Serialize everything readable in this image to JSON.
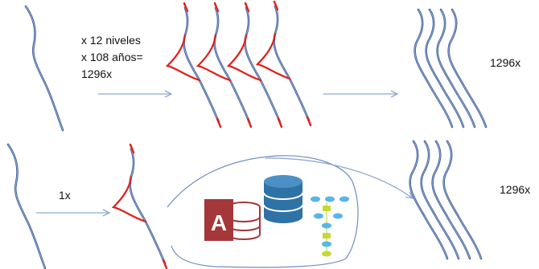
{
  "labels": {
    "multiplier_line1": "x 12 niveles",
    "multiplier_line2": "x 108 años=",
    "multiplier_total": "1296x",
    "top_right_count": "1296x",
    "bottom_left_count": "1x",
    "bottom_right_count": "1296x"
  },
  "database_icons": [
    "access-database-icon",
    "database-cylinder-icon",
    "flowchart-icon"
  ],
  "colors": {
    "stream": "#3f5f98",
    "stream_core": "#9bb2d8",
    "profile": "#e0201b",
    "arrow": "#8eaad2",
    "outline": "#6f8fbe",
    "access": "#a4373a",
    "db_cylinder": "#2f72a6",
    "flow_node": "#58b6e8",
    "flow_node_alt": "#c6d93a"
  }
}
